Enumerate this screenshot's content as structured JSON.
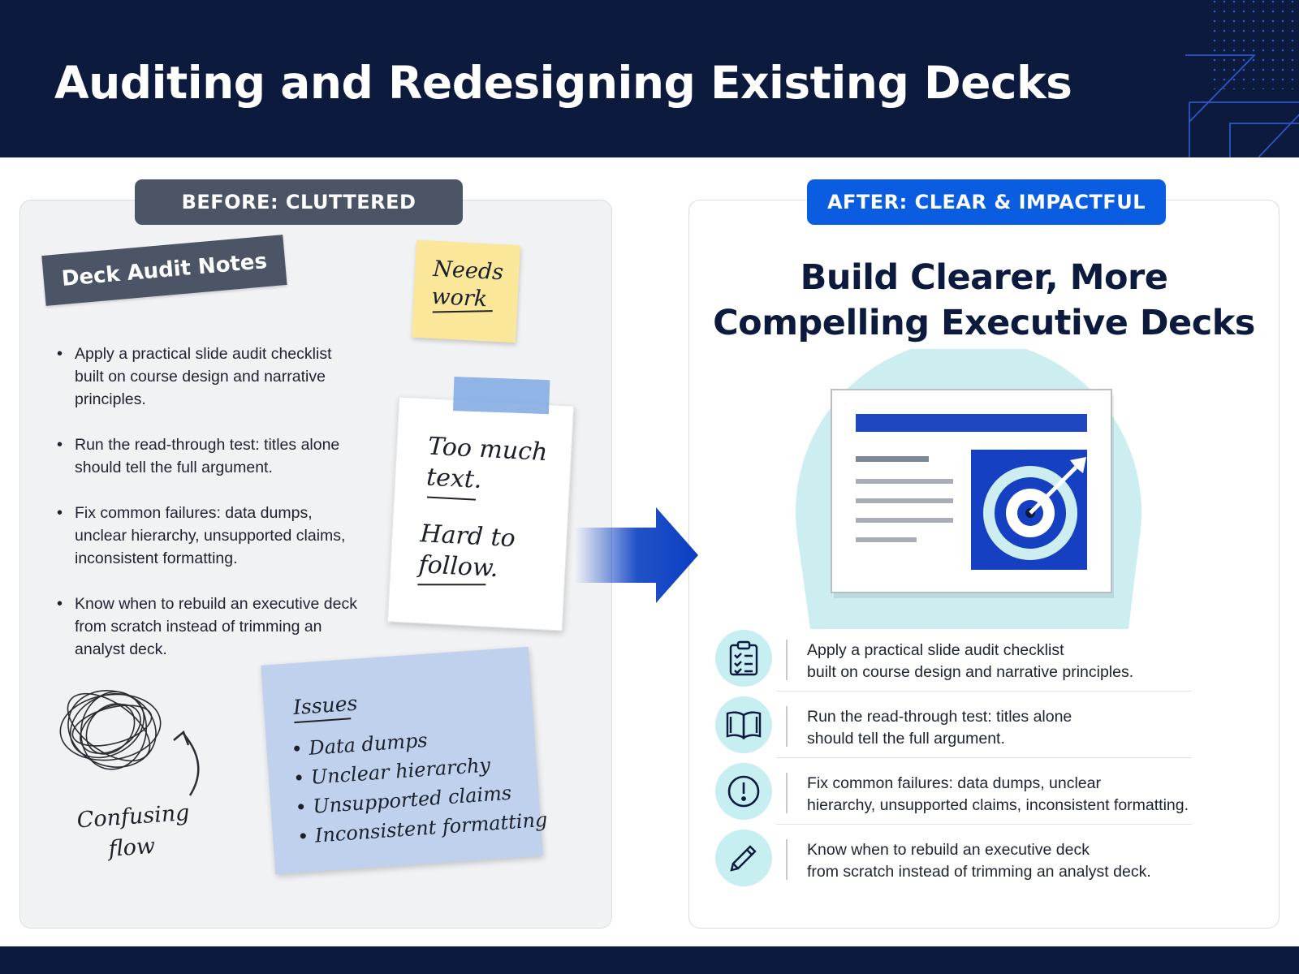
{
  "header": {
    "title": "Auditing and Redesigning Existing Decks"
  },
  "before": {
    "tag": "BEFORE: CLUTTERED",
    "label": "Deck Audit Notes",
    "bullets": [
      "Apply a practical slide audit checklist built on course design and narrative principles.",
      "Run the read-through test: titles alone should tell the full argument.",
      "Fix common failures: data dumps, unclear hierarchy, unsupported claims, inconsistent formatting.",
      "Know when to rebuild an executive deck from scratch instead of trimming an analyst deck."
    ],
    "sticky_yellow": {
      "line1": "Needs",
      "line2": "work"
    },
    "paper_note": {
      "line1": "Too much",
      "line2": "text.",
      "line3": "Hard to",
      "line4": "follow."
    },
    "scribble_label": {
      "line1": "Confusing",
      "line2": "flow"
    },
    "issues": {
      "title": "Issues",
      "items": [
        "Data dumps",
        "Unclear hierarchy",
        "Unsupported claims",
        "Inconsistent formatting"
      ]
    }
  },
  "after": {
    "tag": "AFTER: CLEAR & IMPACTFUL",
    "title_line1": "Build Clearer, More",
    "title_line2": "Compelling Executive Decks",
    "features": [
      {
        "icon": "clipboard-checklist-icon",
        "line1": "Apply a practical slide audit checklist",
        "line2": "built on course design and narrative principles."
      },
      {
        "icon": "open-book-icon",
        "line1": "Run the read-through test: titles alone",
        "line2": "should tell the full argument."
      },
      {
        "icon": "exclamation-circle-icon",
        "line1": "Fix common failures: data dumps, unclear",
        "line2": "hierarchy, unsupported claims, inconsistent formatting."
      },
      {
        "icon": "pencil-icon",
        "line1": "Know when to rebuild an executive deck",
        "line2": "from scratch instead of trimming an analyst deck."
      }
    ]
  },
  "colors": {
    "header_bg": "#0b1a3d",
    "before_tag": "#4b5565",
    "after_tag": "#0a5de0",
    "sticky_yellow": "#fbe79a",
    "sticky_blue": "#bfd1ec",
    "icon_circle": "#c7eef1",
    "arrow_blue": "#0a3fc2"
  }
}
